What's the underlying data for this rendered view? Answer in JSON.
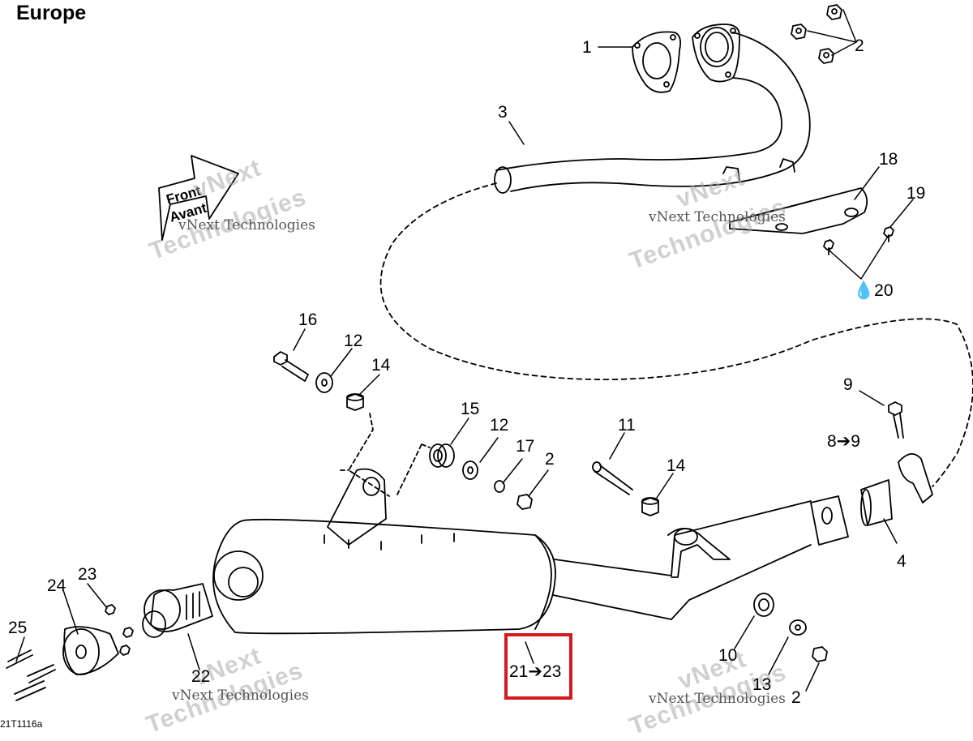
{
  "region_title": "Europe",
  "figure_code": "21T1116a",
  "front_arrow": {
    "line1": "Front",
    "line2": "Avant"
  },
  "callouts": {
    "c1": "1",
    "c2_top": "2",
    "c3": "3",
    "c18": "18",
    "c19": "19",
    "c20": "20",
    "c16": "16",
    "c12_left": "12",
    "c14_left": "14",
    "c15": "15",
    "c12_mid": "12",
    "c17": "17",
    "c2_mid": "2",
    "c11": "11",
    "c14_mid": "14",
    "c9": "9",
    "c8_9": "8➔9",
    "c4": "4",
    "c23": "23",
    "c24": "24",
    "c25": "25",
    "c22": "22",
    "c21_23": "21➔23",
    "c10": "10",
    "c13": "13",
    "c2_bottom": "2"
  },
  "watermark": {
    "line1": "vNext",
    "line2": "Technologies",
    "line_small": "vNext Technologies"
  },
  "colors": {
    "highlight": "#d7191f",
    "line": "#000000"
  }
}
